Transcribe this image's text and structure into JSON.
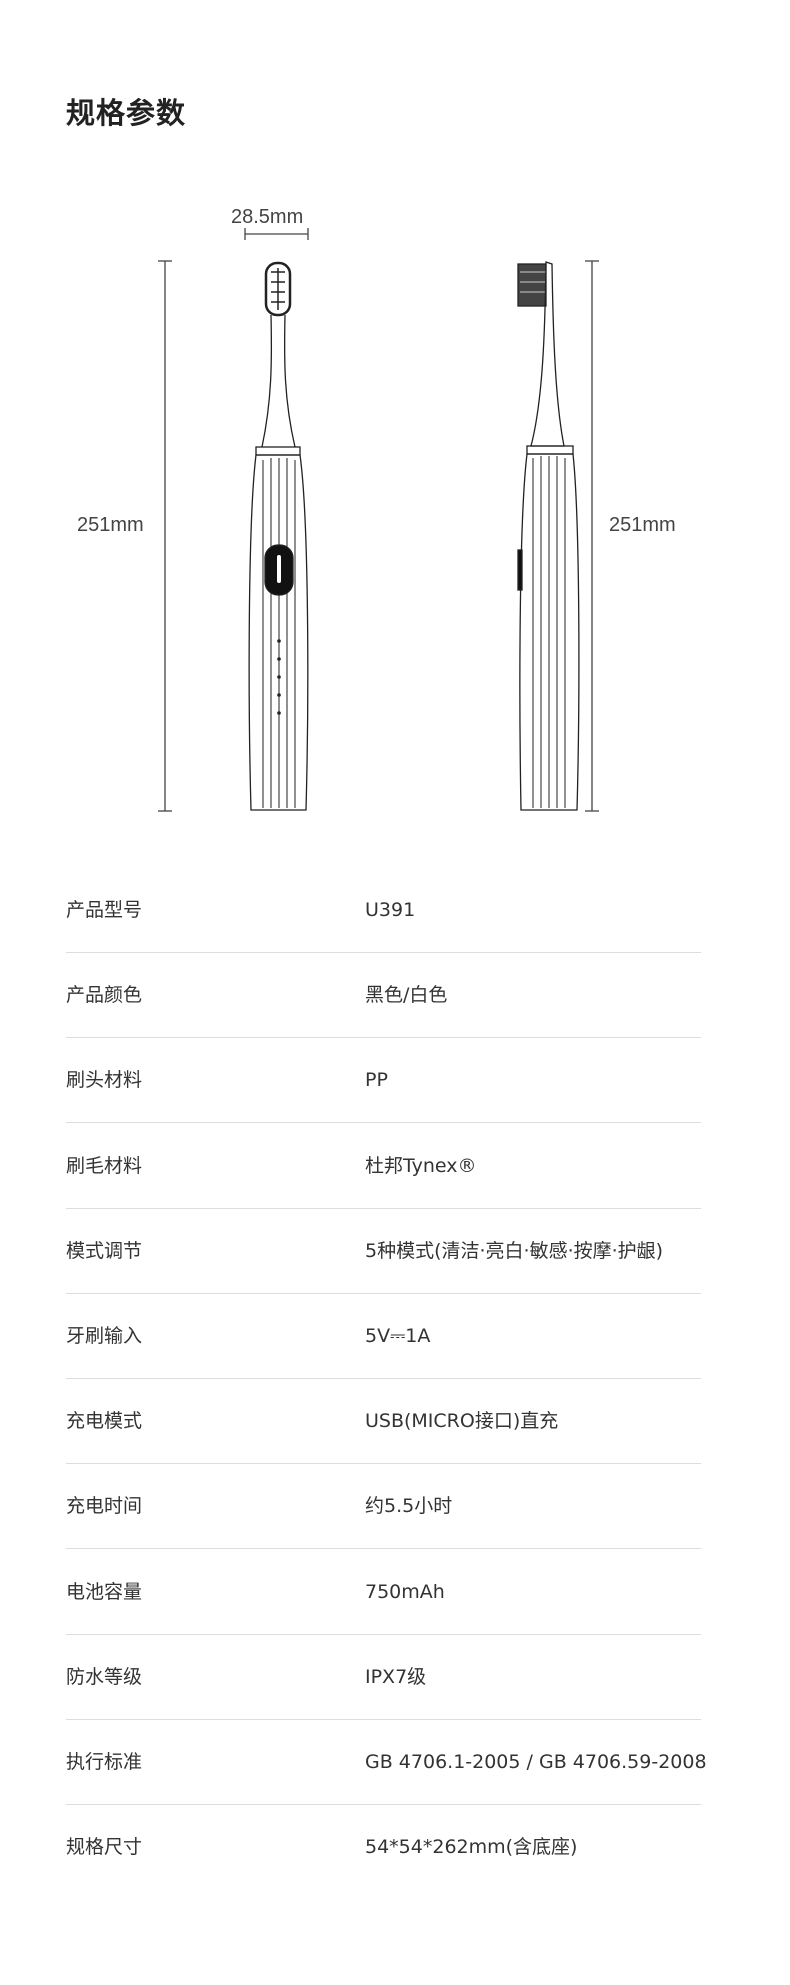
{
  "title": "规格参数",
  "diagram": {
    "width_label": "28.5mm",
    "height_label_front": "251mm",
    "height_label_side": "251mm"
  },
  "specs": [
    {
      "label": "产品型号",
      "value": "U391"
    },
    {
      "label": "产品颜色",
      "value": "黑色/白色"
    },
    {
      "label": "刷头材料",
      "value": "PP"
    },
    {
      "label": "刷毛材料",
      "value": "杜邦Tynex®"
    },
    {
      "label": "模式调节",
      "value": "5种模式(清洁·亮白·敏感·按摩·护龈)"
    },
    {
      "label": "牙刷输入",
      "value": "5V⎓1A"
    },
    {
      "label": "充电模式",
      "value": "USB(MICRO接口)直充"
    },
    {
      "label": "充电时间",
      "value": "约5.5小时"
    },
    {
      "label": "电池容量",
      "value": "750mAh"
    },
    {
      "label": "防水等级",
      "value": "IPX7级"
    },
    {
      "label": "执行标准",
      "value": "GB 4706.1-2005 / GB 4706.59-2008"
    },
    {
      "label": "规格尺寸",
      "value": "54*54*262mm(含底座)"
    }
  ]
}
